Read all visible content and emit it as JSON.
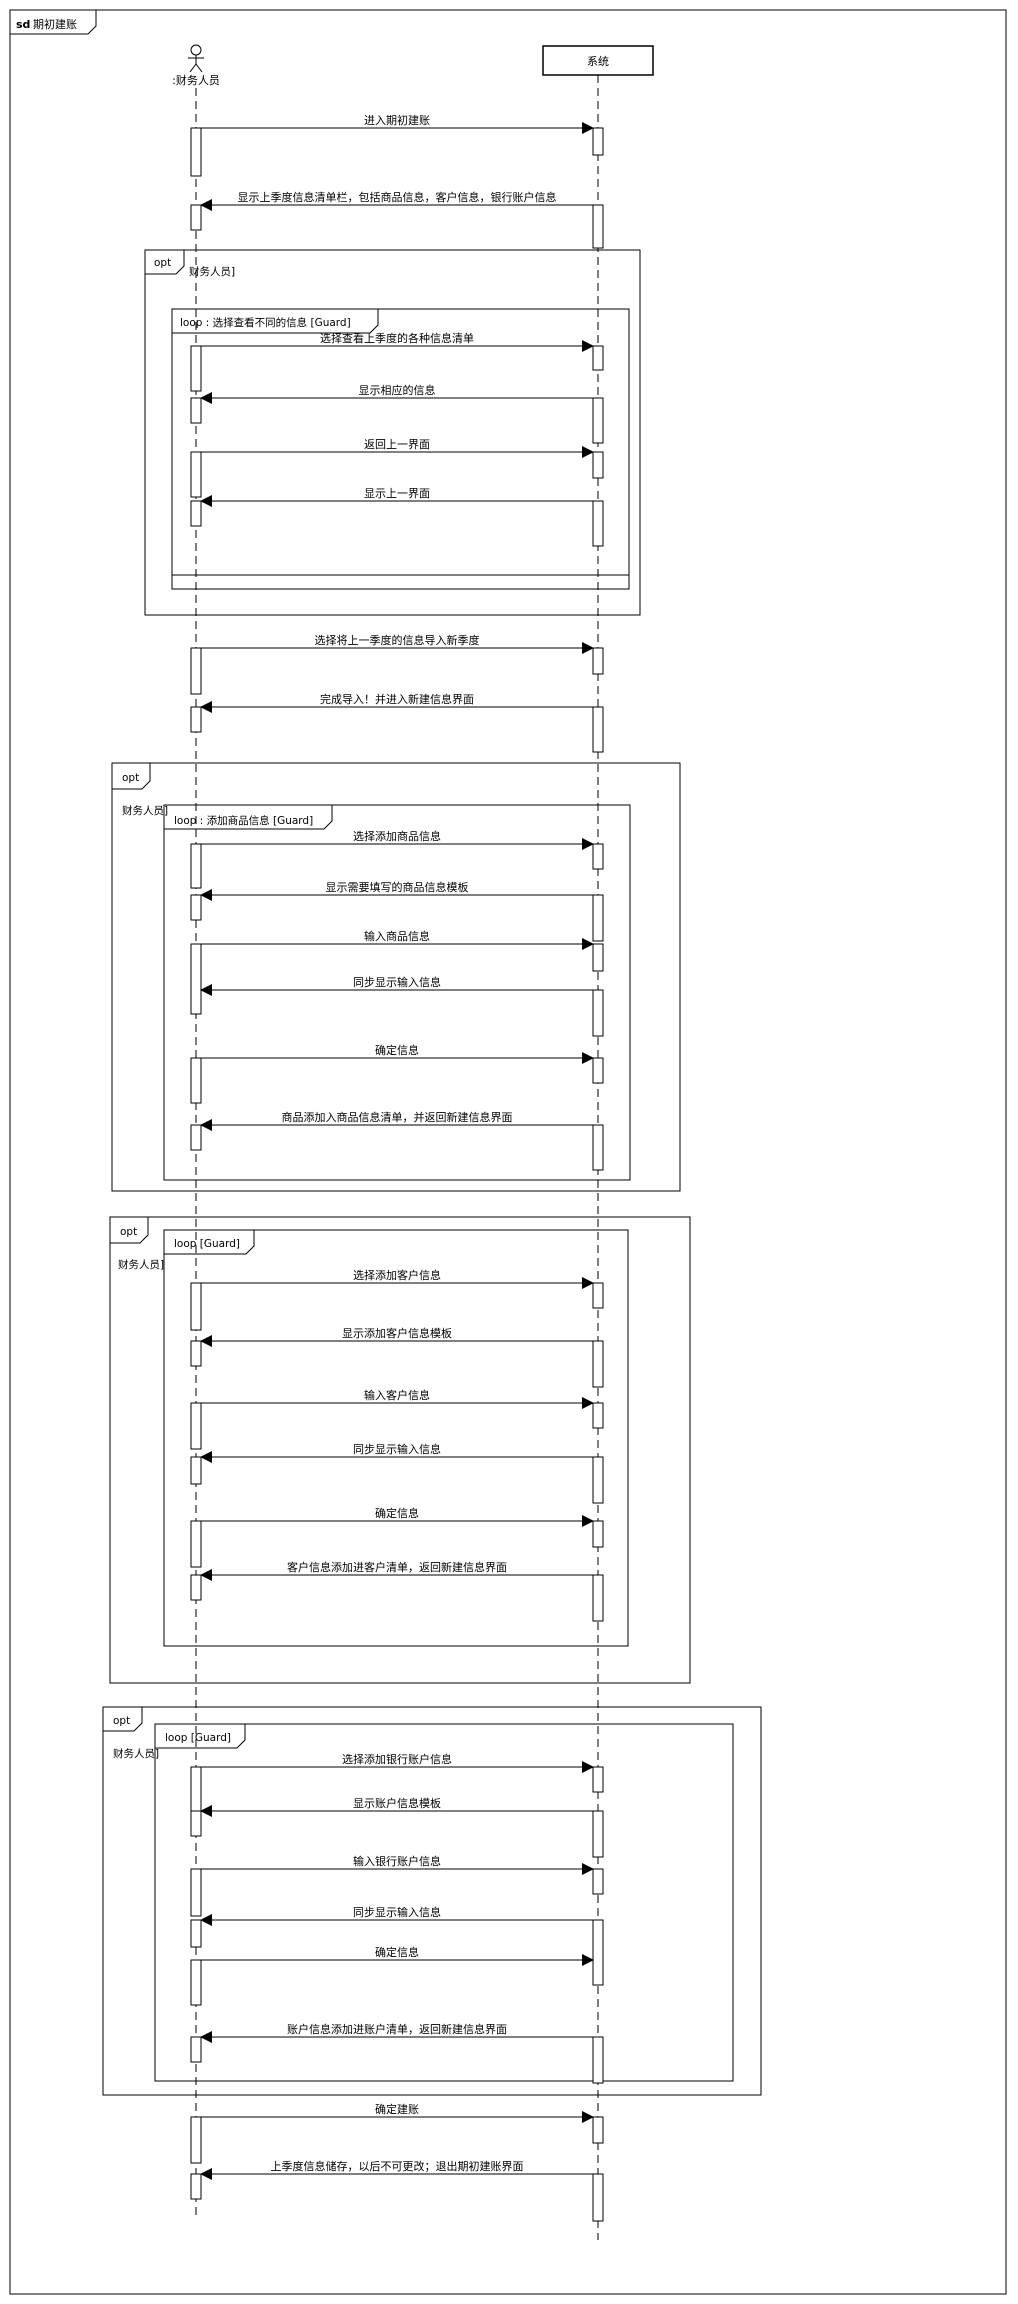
{
  "frame": {
    "keyword": "sd",
    "name": "期初建账"
  },
  "participants": {
    "actor": {
      "label": ":财务人员"
    },
    "system": {
      "label": "系统"
    }
  },
  "fragments": [
    {
      "id": "opt1",
      "operator": "opt",
      "guard": "财务人员]"
    },
    {
      "id": "loop1",
      "operator": "loop",
      "guard": "loop : 选择查看不同的信息  [Guard]"
    },
    {
      "id": "opt2",
      "operator": "opt",
      "guard": "财务人员]"
    },
    {
      "id": "loop2",
      "operator": "loop",
      "guard": "loop : 添加商品信息  [Guard]"
    },
    {
      "id": "opt3",
      "operator": "opt",
      "guard": "财务人员]"
    },
    {
      "id": "loop3",
      "operator": "loop",
      "guard": "loop  [Guard]"
    },
    {
      "id": "opt4",
      "operator": "opt",
      "guard": "财务人员]"
    },
    {
      "id": "loop4",
      "operator": "loop",
      "guard": "loop  [Guard]"
    }
  ],
  "messages": [
    {
      "id": "m1",
      "dir": "right",
      "text": "进入期初建账"
    },
    {
      "id": "m2",
      "dir": "left",
      "text": "显示上季度信息清单栏，包括商品信息，客户信息，银行账户信息"
    },
    {
      "id": "m3",
      "dir": "right",
      "text": "选择查看上季度的各种信息清单"
    },
    {
      "id": "m4",
      "dir": "left",
      "text": "显示相应的信息"
    },
    {
      "id": "m5",
      "dir": "right",
      "text": "返回上一界面"
    },
    {
      "id": "m6",
      "dir": "left",
      "text": "显示上一界面"
    },
    {
      "id": "m7",
      "dir": "right",
      "text": "选择将上一季度的信息导入新季度"
    },
    {
      "id": "m8",
      "dir": "left",
      "text": "完成导入！并进入新建信息界面"
    },
    {
      "id": "m9",
      "dir": "right",
      "text": "选择添加商品信息"
    },
    {
      "id": "m10",
      "dir": "left",
      "text": "显示需要填写的商品信息模板"
    },
    {
      "id": "m11",
      "dir": "right",
      "text": "输入商品信息"
    },
    {
      "id": "m12",
      "dir": "left",
      "text": "同步显示输入信息"
    },
    {
      "id": "m13",
      "dir": "right",
      "text": "确定信息"
    },
    {
      "id": "m14",
      "dir": "left",
      "text": "商品添加入商品信息清单，并返回新建信息界面"
    },
    {
      "id": "m15",
      "dir": "right",
      "text": "选择添加客户信息"
    },
    {
      "id": "m16",
      "dir": "left",
      "text": "显示添加客户信息模板"
    },
    {
      "id": "m17",
      "dir": "right",
      "text": "输入客户信息"
    },
    {
      "id": "m18",
      "dir": "left",
      "text": "同步显示输入信息"
    },
    {
      "id": "m19",
      "dir": "right",
      "text": "确定信息"
    },
    {
      "id": "m20",
      "dir": "left",
      "text": "客户信息添加进客户清单，返回新建信息界面"
    },
    {
      "id": "m21",
      "dir": "right",
      "text": "选择添加银行账户信息"
    },
    {
      "id": "m22",
      "dir": "left",
      "text": "显示账户信息模板"
    },
    {
      "id": "m23",
      "dir": "right",
      "text": "输入银行账户信息"
    },
    {
      "id": "m24",
      "dir": "left",
      "text": "同步显示输入信息"
    },
    {
      "id": "m25",
      "dir": "right",
      "text": "确定信息"
    },
    {
      "id": "m26",
      "dir": "left",
      "text": "账户信息添加进账户清单，返回新建信息界面"
    },
    {
      "id": "m27",
      "dir": "right",
      "text": "确定建账"
    },
    {
      "id": "m28",
      "dir": "left",
      "text": "上季度信息储存，以后不可更改；退出期初建账界面"
    }
  ]
}
